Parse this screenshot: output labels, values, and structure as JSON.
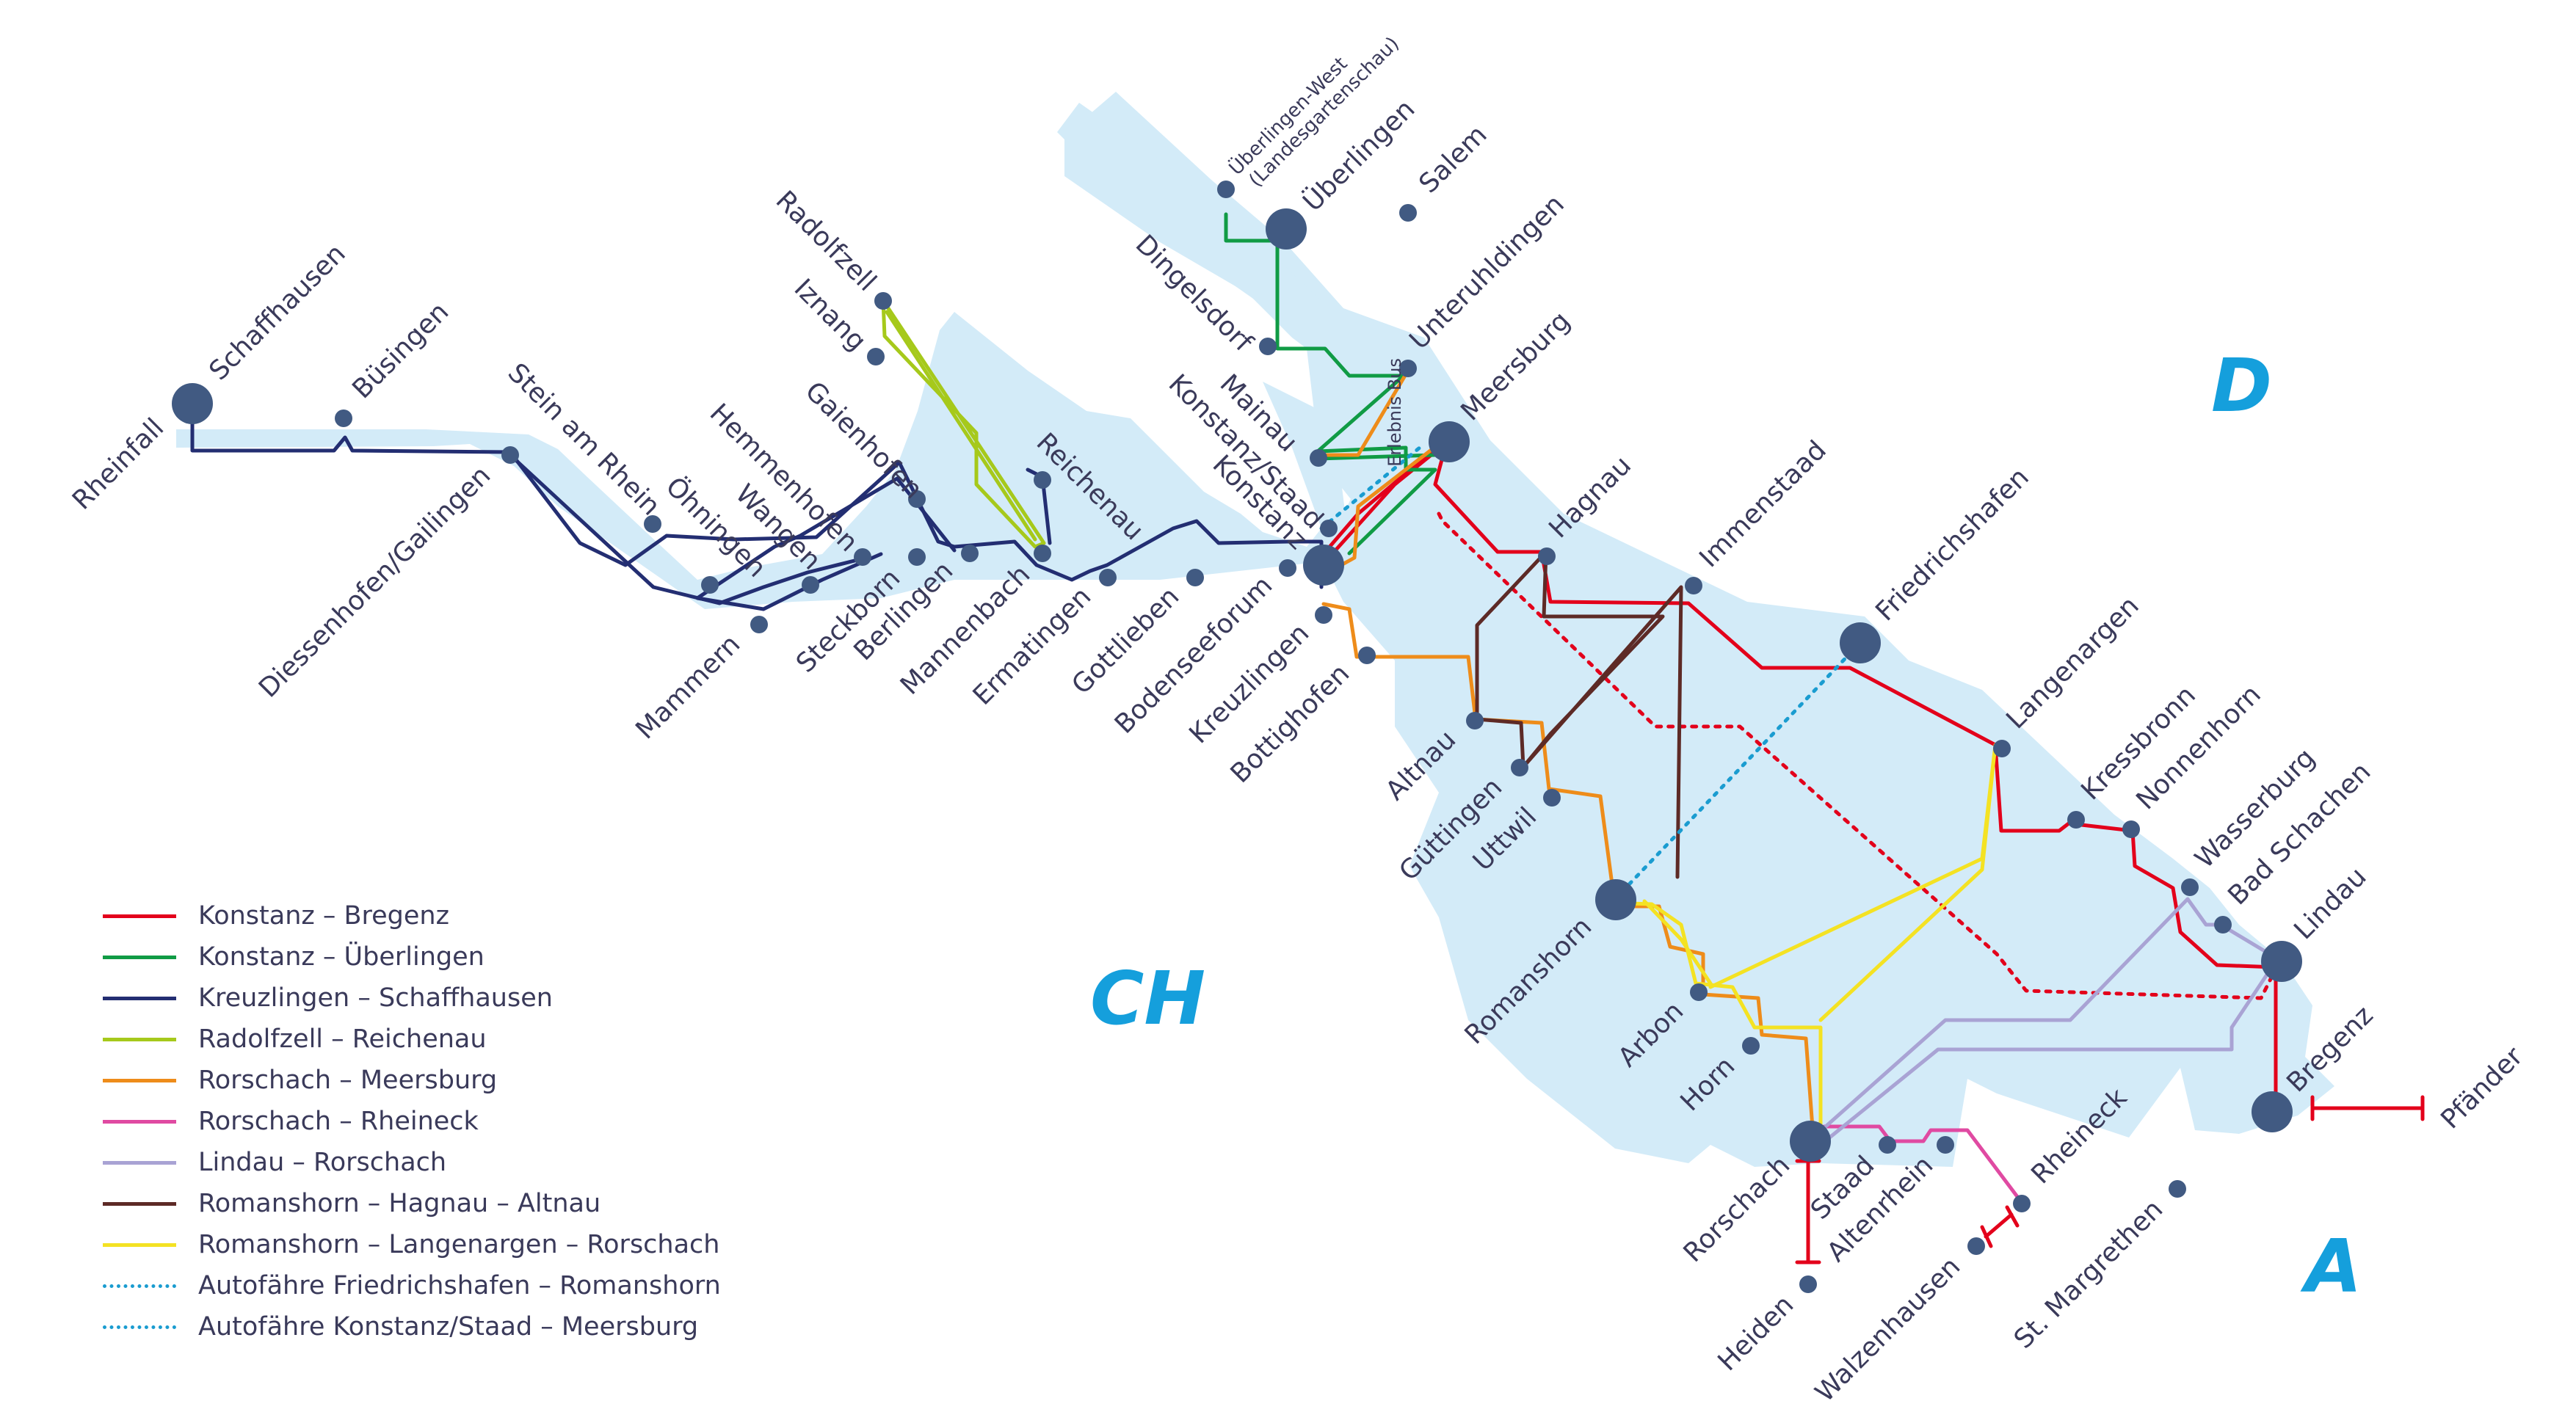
{
  "country_labels": {
    "germany": "D",
    "switzerland": "CH",
    "austria": "A"
  },
  "colors": {
    "lake": "#d3ebf8",
    "stop": "#415a82",
    "country": "#159fdc",
    "label": "#3a3a5a"
  },
  "routes": [
    {
      "id": "konstanz-bregenz",
      "name": "Konstanz – Bregenz",
      "color": "#e3001b",
      "style": "solid"
    },
    {
      "id": "konstanz-ueberlingen",
      "name": "Konstanz – Überlingen",
      "color": "#109b45",
      "style": "solid"
    },
    {
      "id": "kreuzlingen-schaffhausen",
      "name": "Kreuzlingen – Schaffhausen",
      "color": "#232e72",
      "style": "solid"
    },
    {
      "id": "radolfzell-reichenau",
      "name": "Radolfzell – Reichenau",
      "color": "#a6c91b",
      "style": "solid"
    },
    {
      "id": "rorschach-meersburg",
      "name": "Rorschach – Meersburg",
      "color": "#ee8c1a",
      "style": "solid"
    },
    {
      "id": "rorschach-rheineck",
      "name": "Rorschach – Rheineck",
      "color": "#e04aa2",
      "style": "solid"
    },
    {
      "id": "lindau-rorschach",
      "name": "Lindau – Rorschach",
      "color": "#a9a3d4",
      "style": "solid"
    },
    {
      "id": "romanshorn-hagnau-altnau",
      "name": "Romanshorn – Hagnau – Altnau",
      "color": "#5d2a26",
      "style": "solid"
    },
    {
      "id": "romanshorn-langenargen-rorschach",
      "name": "Romanshorn – Langenargen – Rorschach",
      "color": "#f4e223",
      "style": "solid"
    },
    {
      "id": "faehre-friedrichshafen-romanshorn",
      "name": "Autofähre Friedrichshafen – Romanshorn",
      "color": "#1a9cd0",
      "style": "dotted"
    },
    {
      "id": "faehre-staad-meersburg",
      "name": "Autofähre Konstanz/Staad – Meersburg",
      "color": "#1a9cd0",
      "style": "dotted"
    }
  ],
  "stops": [
    {
      "id": "rheinfall",
      "label": "Rheinfall"
    },
    {
      "id": "schaffhausen",
      "label": "Schaffhausen"
    },
    {
      "id": "buesingen",
      "label": "Büsingen"
    },
    {
      "id": "diessenhofen",
      "label": "Diessenhofen/Gailingen"
    },
    {
      "id": "stein",
      "label": "Stein am Rhein"
    },
    {
      "id": "oehningen",
      "label": "Öhningen"
    },
    {
      "id": "mammern",
      "label": "Mammern"
    },
    {
      "id": "wangen",
      "label": "Wangen"
    },
    {
      "id": "hemmenhofen",
      "label": "Hemmenhofen"
    },
    {
      "id": "gaienhofen",
      "label": "Gaienhofen"
    },
    {
      "id": "steckborn",
      "label": "Steckborn"
    },
    {
      "id": "berlingen",
      "label": "Berlingen"
    },
    {
      "id": "mannenbach",
      "label": "Mannenbach"
    },
    {
      "id": "radolfzell",
      "label": "Radolfzell"
    },
    {
      "id": "iznang",
      "label": "Iznang"
    },
    {
      "id": "reichenau",
      "label": "Reichenau"
    },
    {
      "id": "ermatingen",
      "label": "Ermatingen"
    },
    {
      "id": "gottlieben",
      "label": "Gottlieben"
    },
    {
      "id": "bodenseeforum",
      "label": "Bodenseeforum"
    },
    {
      "id": "konstanz",
      "label": "Konstanz"
    },
    {
      "id": "kreuzlingen",
      "label": "Kreuzlingen"
    },
    {
      "id": "bottighofen",
      "label": "Bottighofen"
    },
    {
      "id": "staad",
      "label": "Konstanz/Staad"
    },
    {
      "id": "mainau",
      "label": "Mainau"
    },
    {
      "id": "dingelsdorf",
      "label": "Dingelsdorf"
    },
    {
      "id": "ueberlingen",
      "label": "Überlingen"
    },
    {
      "id": "uwest1",
      "label": "Überlingen-West"
    },
    {
      "id": "uwest2",
      "label": "(Landesgartenschau)"
    },
    {
      "id": "salem",
      "label": "Salem"
    },
    {
      "id": "erlebnisbus",
      "label": "Erlebnis Bus"
    },
    {
      "id": "unteruhldingen",
      "label": "Unteruhldingen"
    },
    {
      "id": "meersburg",
      "label": "Meersburg"
    },
    {
      "id": "hagnau",
      "label": "Hagnau"
    },
    {
      "id": "immenstaad",
      "label": "Immenstaad"
    },
    {
      "id": "friedrichshafen",
      "label": "Friedrichshafen"
    },
    {
      "id": "altnau",
      "label": "Altnau"
    },
    {
      "id": "guettingen",
      "label": "Güttingen"
    },
    {
      "id": "uttwil",
      "label": "Uttwil"
    },
    {
      "id": "romanshorn",
      "label": "Romanshorn"
    },
    {
      "id": "langenargen",
      "label": "Langenargen"
    },
    {
      "id": "kressbronn",
      "label": "Kressbronn"
    },
    {
      "id": "nonnenhorn",
      "label": "Nonnenhorn"
    },
    {
      "id": "wasserburg",
      "label": "Wasserburg"
    },
    {
      "id": "badschachen",
      "label": "Bad Schachen"
    },
    {
      "id": "lindau",
      "label": "Lindau"
    },
    {
      "id": "bregenz",
      "label": "Bregenz"
    },
    {
      "id": "pfaender",
      "label": "Pfänder"
    },
    {
      "id": "arbon",
      "label": "Arbon"
    },
    {
      "id": "horn",
      "label": "Horn"
    },
    {
      "id": "rorschach",
      "label": "Rorschach"
    },
    {
      "id": "staadch",
      "label": "Staad"
    },
    {
      "id": "altenrhein",
      "label": "Altenrhein"
    },
    {
      "id": "rheineck",
      "label": "Rheineck"
    },
    {
      "id": "heiden",
      "label": "Heiden"
    },
    {
      "id": "walzenhausen",
      "label": "Walzenhausen"
    },
    {
      "id": "stmargrethen",
      "label": "St. Margrethen"
    }
  ]
}
